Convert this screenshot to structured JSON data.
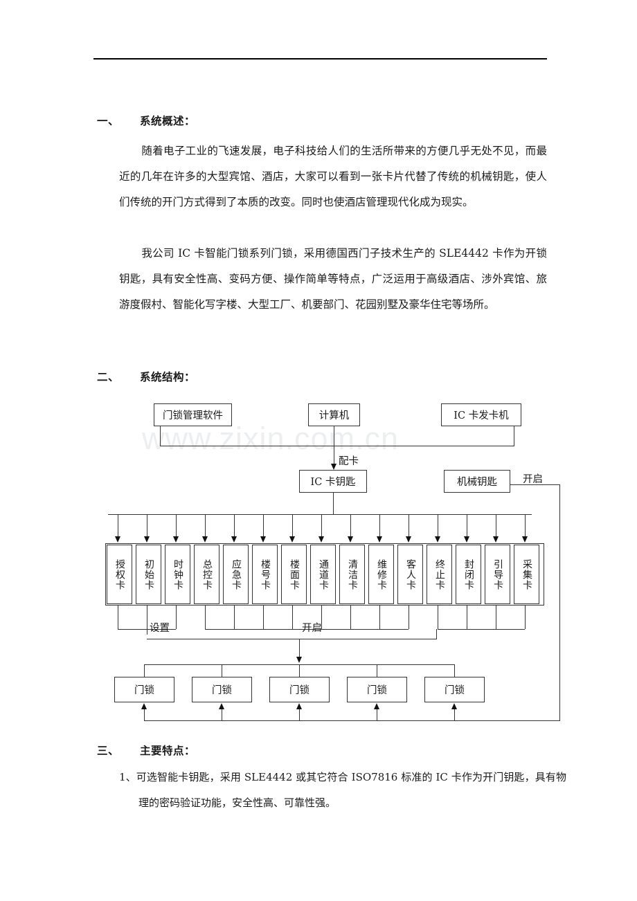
{
  "document": {
    "header_rule": true,
    "watermark": "www.zixin.com.cn"
  },
  "sections": [
    {
      "number": "一、",
      "title": "系统概述：",
      "paragraphs": [
        "随着电子工业的飞速发展，电子科技给人们的生活所带来的方便几乎无处不见，而最近的几年在许多的大型宾馆、酒店，大家可以看到一张卡片代替了传统的机械钥匙，使人们传统的开门方式得到了本质的改变。同时也使酒店管理现代化成为现实。",
        "我公司 IC 卡智能门锁系列门锁，采用德国西门子技术生产的 SLE4442 卡作为开锁钥匙，具有安全性高、变码方便、操作简单等特点，广泛运用于高级酒店、涉外宾馆、旅游度假村、智能化写字楼、大型工厂、机要部门、花园别墅及豪华住宅等场所。"
      ]
    },
    {
      "number": "二、",
      "title": "系统结构：",
      "paragraphs": []
    },
    {
      "number": "三、",
      "title": "主要特点：",
      "list": [
        "1、可选智能卡钥匙，采用 SLE4442 或其它符合 ISO7816 标准的 IC 卡作为开门钥匙，具有物理的密码验证功能，安全性高、可靠性强。"
      ]
    }
  ],
  "diagram": {
    "top_boxes": [
      {
        "label": "门锁管理软件"
      },
      {
        "label": "计算机"
      },
      {
        "label": "IC 卡发卡机"
      }
    ],
    "edge_labels": {
      "peika": "配卡",
      "kaiqi_right": "开启",
      "shezhi": "设置",
      "kaiqi_bottom": "开启"
    },
    "key_boxes": [
      {
        "label": "IC 卡钥匙"
      },
      {
        "label": "机械钥匙"
      }
    ],
    "cards": [
      {
        "label": "授权卡"
      },
      {
        "label": "初始卡"
      },
      {
        "label": "时钟卡"
      },
      {
        "label": "总控卡"
      },
      {
        "label": "应急卡"
      },
      {
        "label": "楼号卡"
      },
      {
        "label": "楼面卡"
      },
      {
        "label": "通道卡"
      },
      {
        "label": "清洁卡"
      },
      {
        "label": "维修卡"
      },
      {
        "label": "客人卡"
      },
      {
        "label": "终止卡"
      },
      {
        "label": "封闭卡"
      },
      {
        "label": "引导卡"
      },
      {
        "label": "采集卡"
      }
    ],
    "locks": [
      {
        "label": "门锁"
      },
      {
        "label": "门锁"
      },
      {
        "label": "门锁"
      },
      {
        "label": "门锁"
      },
      {
        "label": "门锁"
      }
    ]
  }
}
